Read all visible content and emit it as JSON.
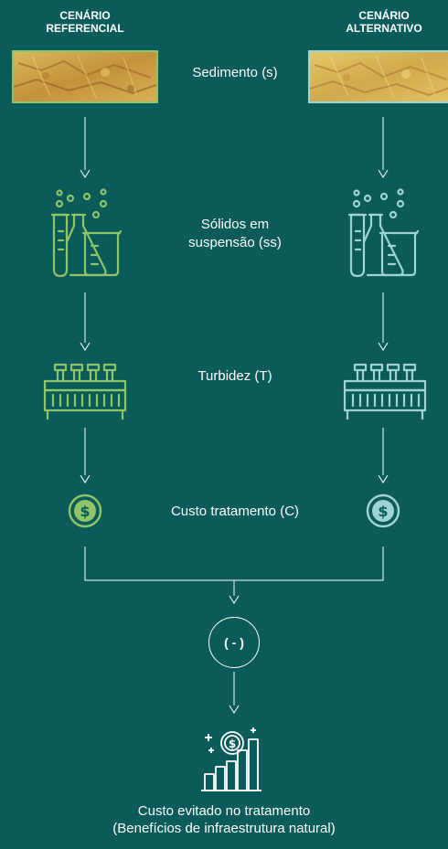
{
  "scenarios": {
    "reference": {
      "line1": "CENÁRIO",
      "line2": "REFERENCIAL",
      "color": "#8fc566"
    },
    "alternative": {
      "line1": "CENÁRIO",
      "line2": "ALTERNATIVO",
      "color": "#9fd3d8"
    }
  },
  "stages": {
    "sediment": "Sedimento (s)",
    "solids_line1": "Sólidos em",
    "solids_line2": "suspensão (ss)",
    "turbidity": "Turbidez (T)",
    "cost": "Custo tratamento (C)"
  },
  "operator": "( - )",
  "result": {
    "line1": "Custo evitado no tratamento",
    "line2": "(Benefícios de infraestrutura natural)"
  },
  "icons": {
    "sediment": "sediment-texture-image",
    "solids": "lab-flask-tube-icon",
    "turbidity": "test-tube-rack-icon",
    "cost": "dollar-coin-icon",
    "result": "growth-chart-dollar-icon"
  }
}
